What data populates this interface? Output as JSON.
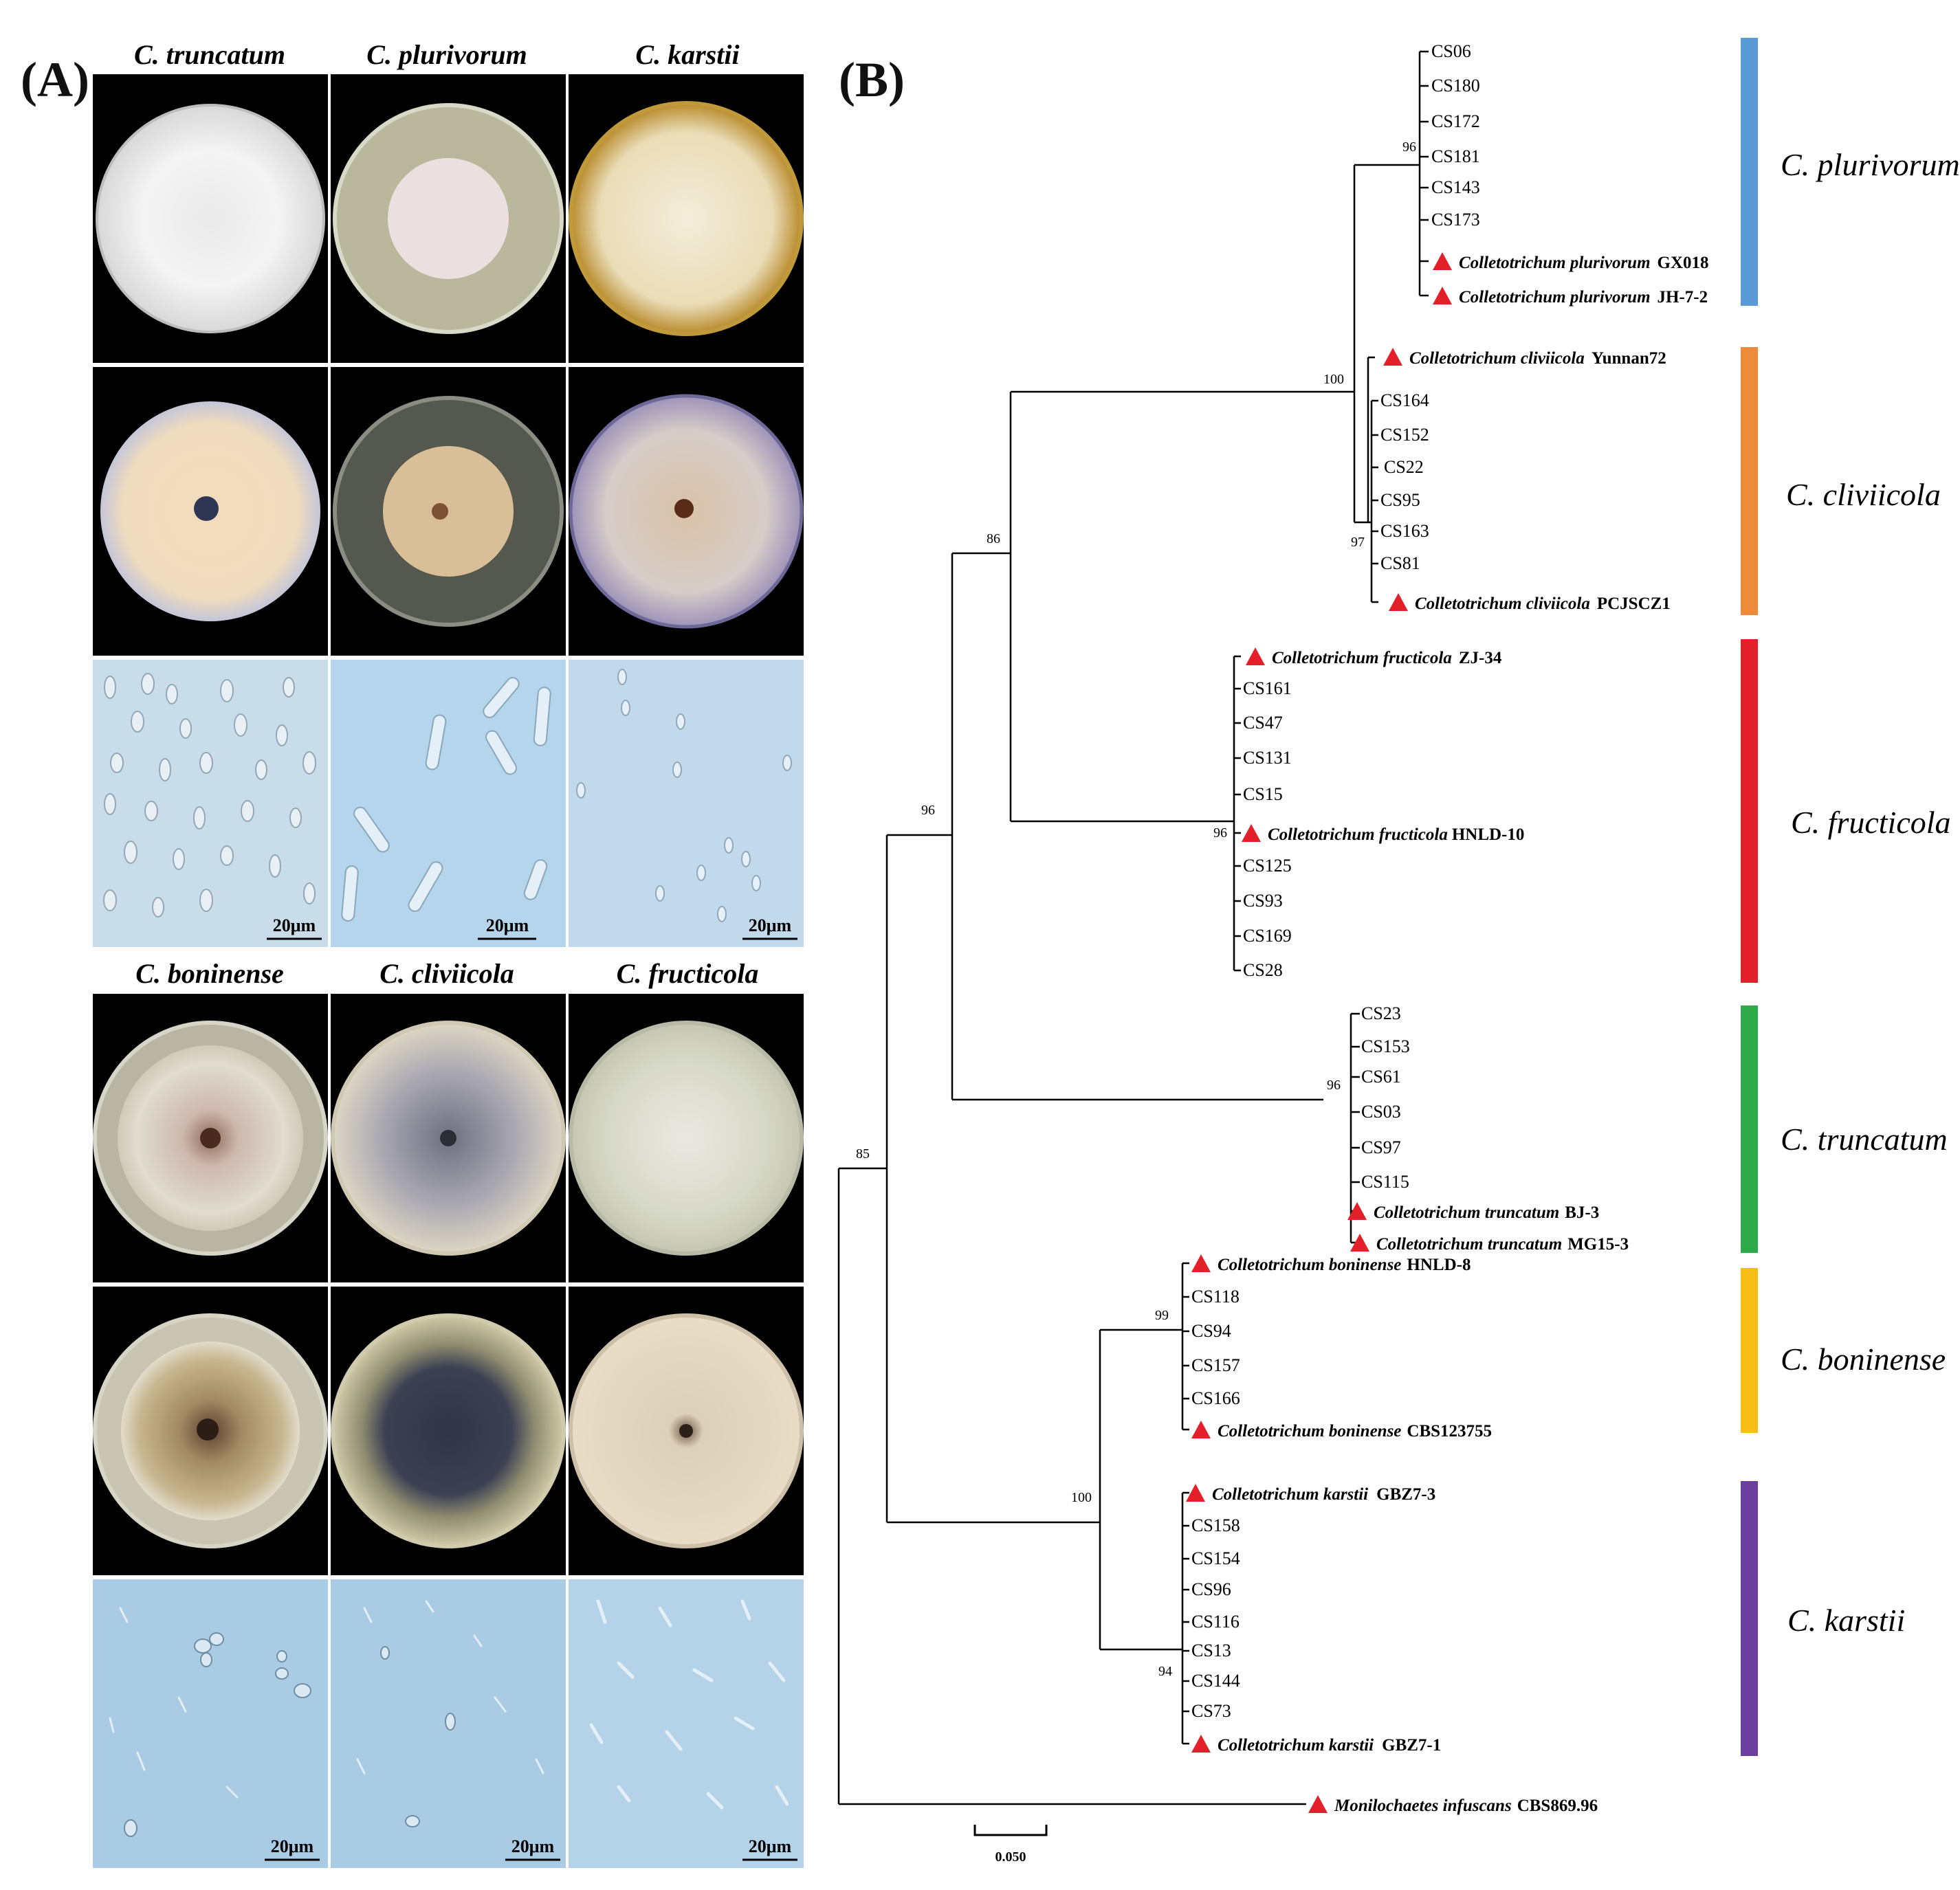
{
  "panel_a": {
    "label": "(A)",
    "top_species": [
      "C. truncatum",
      "C. plurivorum",
      "C. karstii"
    ],
    "bottom_species": [
      "C. boninense",
      "C. cliviicola",
      "C. fructicola"
    ],
    "scale_bar_label": "20μm"
  },
  "panel_b": {
    "label": "(B)",
    "scale_bar_label": "0.050",
    "clades": [
      {
        "name": "C. plurivorum",
        "color": "#5b9bd5"
      },
      {
        "name": "C. cliviicola",
        "color": "#ed8b3a"
      },
      {
        "name": "C. fructicola",
        "color": "#e3202a"
      },
      {
        "name": "C. truncatum",
        "color": "#2eaa4a"
      },
      {
        "name": "C. boninense",
        "color": "#f7be16"
      },
      {
        "name": "C. karstii",
        "color": "#6b3fa0"
      }
    ],
    "bootstrap": [
      "96",
      "100",
      "97",
      "86",
      "96",
      "96",
      "85",
      "96",
      "99",
      "100",
      "94"
    ],
    "leaves": {
      "plurivorum": [
        "CS06",
        "CS180",
        "CS172",
        "CS181",
        "CS143",
        "CS173"
      ],
      "plurivorum_refs": [
        {
          "species": "Colletotrichum plurivorum",
          "strain": "GX018"
        },
        {
          "species": "Colletotrichum plurivorum",
          "strain": "JH-7-2"
        }
      ],
      "cliviicola_ref1": {
        "species": "Colletotrichum cliviicola",
        "strain": "Yunnan72"
      },
      "cliviicola": [
        "CS164",
        "CS152",
        "CS22",
        "CS95",
        "CS163",
        "CS81"
      ],
      "cliviicola_ref2": {
        "species": "Colletotrichum cliviicola",
        "strain": "PCJSCZ1"
      },
      "fructicola_ref1": {
        "species": "Colletotrichum fructicola",
        "strain": "ZJ-34"
      },
      "fructicola_a": [
        "CS161",
        "CS47",
        "CS131",
        "CS15"
      ],
      "fructicola_ref2": {
        "species": "Colletotrichum fructicola",
        "strain": "HNLD-10"
      },
      "fructicola_b": [
        "CS125",
        "CS93",
        "CS169",
        "CS28"
      ],
      "truncatum": [
        "CS23",
        "CS153",
        "CS61",
        "CS03",
        "CS97",
        "CS115"
      ],
      "truncatum_refs": [
        {
          "species": "Colletotrichum truncatum",
          "strain": "BJ-3"
        },
        {
          "species": "Colletotrichum truncatum",
          "strain": "MG15-3"
        }
      ],
      "boninense_ref1": {
        "species": "Colletotrichum boninense",
        "strain": "HNLD-8"
      },
      "boninense": [
        "CS118",
        "CS94",
        "CS157",
        "CS166"
      ],
      "boninense_ref2": {
        "species": "Colletotrichum boninense",
        "strain": "CBS123755"
      },
      "karstii_ref1": {
        "species": "Colletotrichum karstii",
        "strain": "GBZ7-3"
      },
      "karstii": [
        "CS158",
        "CS154",
        "CS96",
        "CS116",
        "CS13",
        "CS144",
        "CS73"
      ],
      "karstii_ref2": {
        "species": "Colletotrichum karstii",
        "strain": "GBZ7-1"
      },
      "outgroup": {
        "species": "Monilochaetes infuscans",
        "strain": "CBS869.96"
      }
    }
  }
}
